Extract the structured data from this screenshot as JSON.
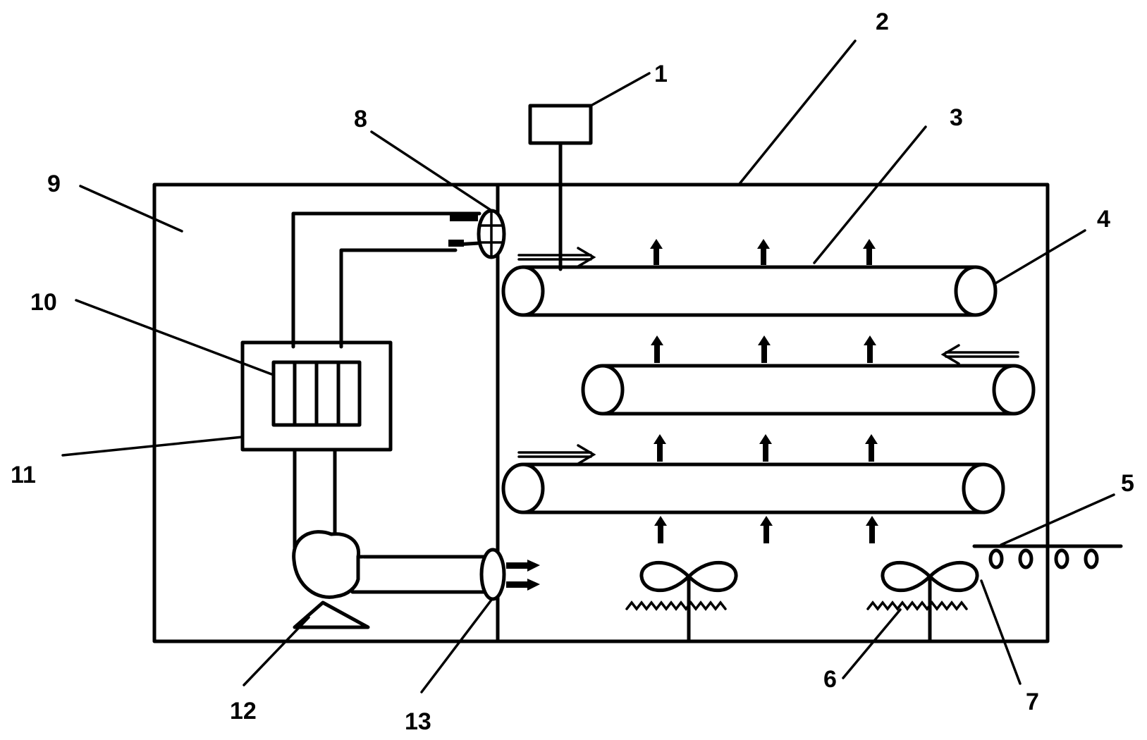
{
  "figure": {
    "labels": [
      "1",
      "2",
      "3",
      "4",
      "5",
      "6",
      "7",
      "8",
      "9",
      "10",
      "11",
      "12",
      "13"
    ]
  },
  "colors": {
    "line": "#000000",
    "background": "#ffffff"
  }
}
